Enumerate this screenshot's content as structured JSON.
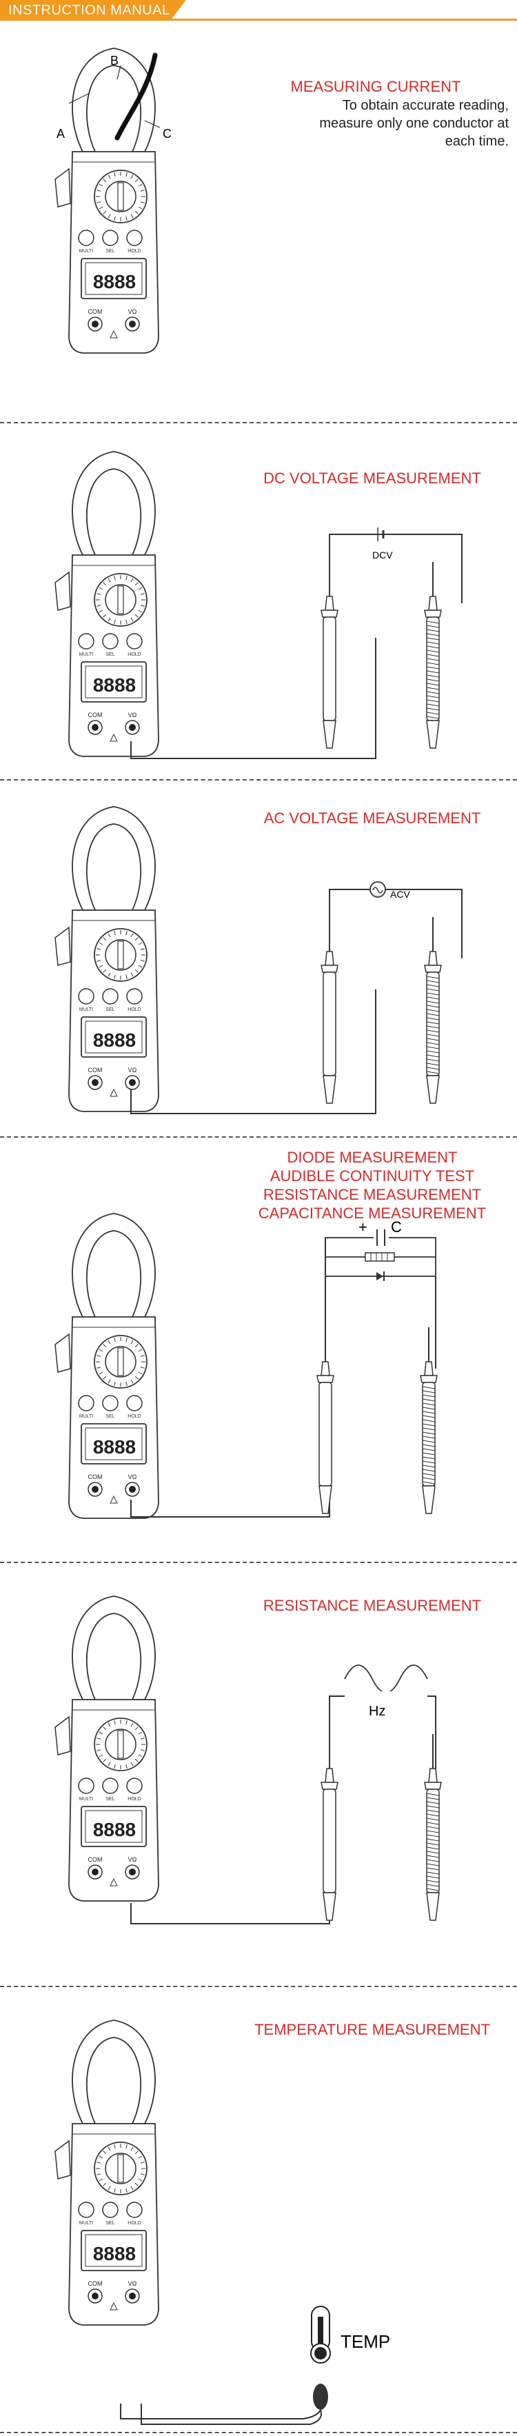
{
  "header": {
    "label": "INSTRUCTION MANUAL",
    "accent_color": "#f29a1e"
  },
  "meter": {
    "buttons": [
      "MULTI",
      "SEL",
      "HOLD"
    ],
    "display_digits": "8888",
    "jack_com": "COM",
    "jack_v": "VΩ"
  },
  "sections": [
    {
      "title": "MEASURING CURRENT",
      "labels": {
        "a": "A",
        "b": "B",
        "c": "C"
      },
      "note_lines": [
        "To obtain accurate reading,",
        "measure only one conductor at",
        "each time."
      ]
    },
    {
      "title": "DC VOLTAGE MEASUREMENT",
      "component_label": "DCV"
    },
    {
      "title": "AC VOLTAGE MEASUREMENT",
      "component_label": "ACV"
    },
    {
      "title_lines": [
        "DIODE MEASUREMENT",
        "AUDIBLE CONTINUITY TEST",
        "RESISTANCE MEASUREMENT",
        "CAPACITANCE MEASUREMENT"
      ],
      "component_label": "C",
      "polarity": "+"
    },
    {
      "title": "RESISTANCE MEASUREMENT",
      "component_label": "Hz"
    },
    {
      "title": "TEMPERATURE MEASUREMENT",
      "component_label": "TEMP"
    }
  ],
  "colors": {
    "title": "#d42b2b",
    "line": "#333333"
  }
}
